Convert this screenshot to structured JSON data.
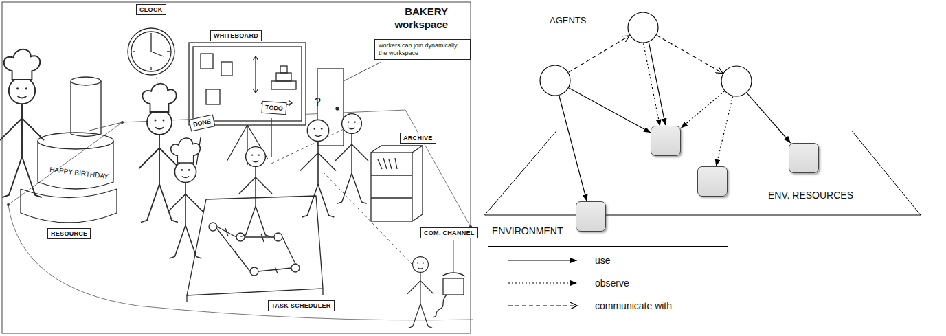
{
  "diagram": {
    "nodes": [
      {
        "text": [
          "CLOCK"
        ]
      },
      {
        "text": [
          "WHITEBOARD"
        ]
      },
      {
        "text": [
          "workers can join dynamically the workspace"
        ]
      },
      {
        "text": [
          "ARCHIVE"
        ]
      },
      {
        "text": [
          "TODO"
        ]
      },
      {
        "text": [
          "DONE"
        ]
      },
      {
        "text": [
          "RESOURCE"
        ]
      },
      {
        "text": [
          "TASK SCHEDULER"
        ]
      },
      {
        "text": [
          "COM. CHANNEL"
        ]
      },
      {
        "text": []
      },
      {
        "text": []
      },
      {
        "text": []
      },
      {
        "text": [
          "ENVIRONMENT"
        ]
      },
      {
        "text": [],
        "in": 12
      },
      {
        "text": [],
        "in": 12
      },
      {
        "text": [],
        "in": 12
      },
      {
        "text": [],
        "in": 12
      }
    ],
    "edges": [
      {
        "from": 9,
        "to": 10,
        "arrow": "to"
      },
      {
        "from": 10,
        "to": 11,
        "arrow": "to"
      },
      {
        "from": 9,
        "to": 13,
        "arrow": "to"
      },
      {
        "from": 9,
        "to": 14,
        "arrow": "to"
      },
      {
        "from": 10,
        "to": 14,
        "arrow": "to"
      },
      {
        "from": 10,
        "to": 14,
        "arrow": "to"
      },
      {
        "from": 11,
        "to": 14,
        "arrow": "to"
      },
      {
        "from": 11,
        "to": 15,
        "arrow": "to"
      },
      {
        "from": 11,
        "to": 16,
        "arrow": "to"
      }
    ],
    "labels": [
      "BAKERY workspace",
      "HAPPY BIRTHDAY",
      "?",
      "AGENTS",
      "ENV. RESOURCES"
    ],
    "legend": [
      {
        "text": "use"
      },
      {
        "text": "observe"
      },
      {
        "text": "communicate with"
      }
    ]
  }
}
